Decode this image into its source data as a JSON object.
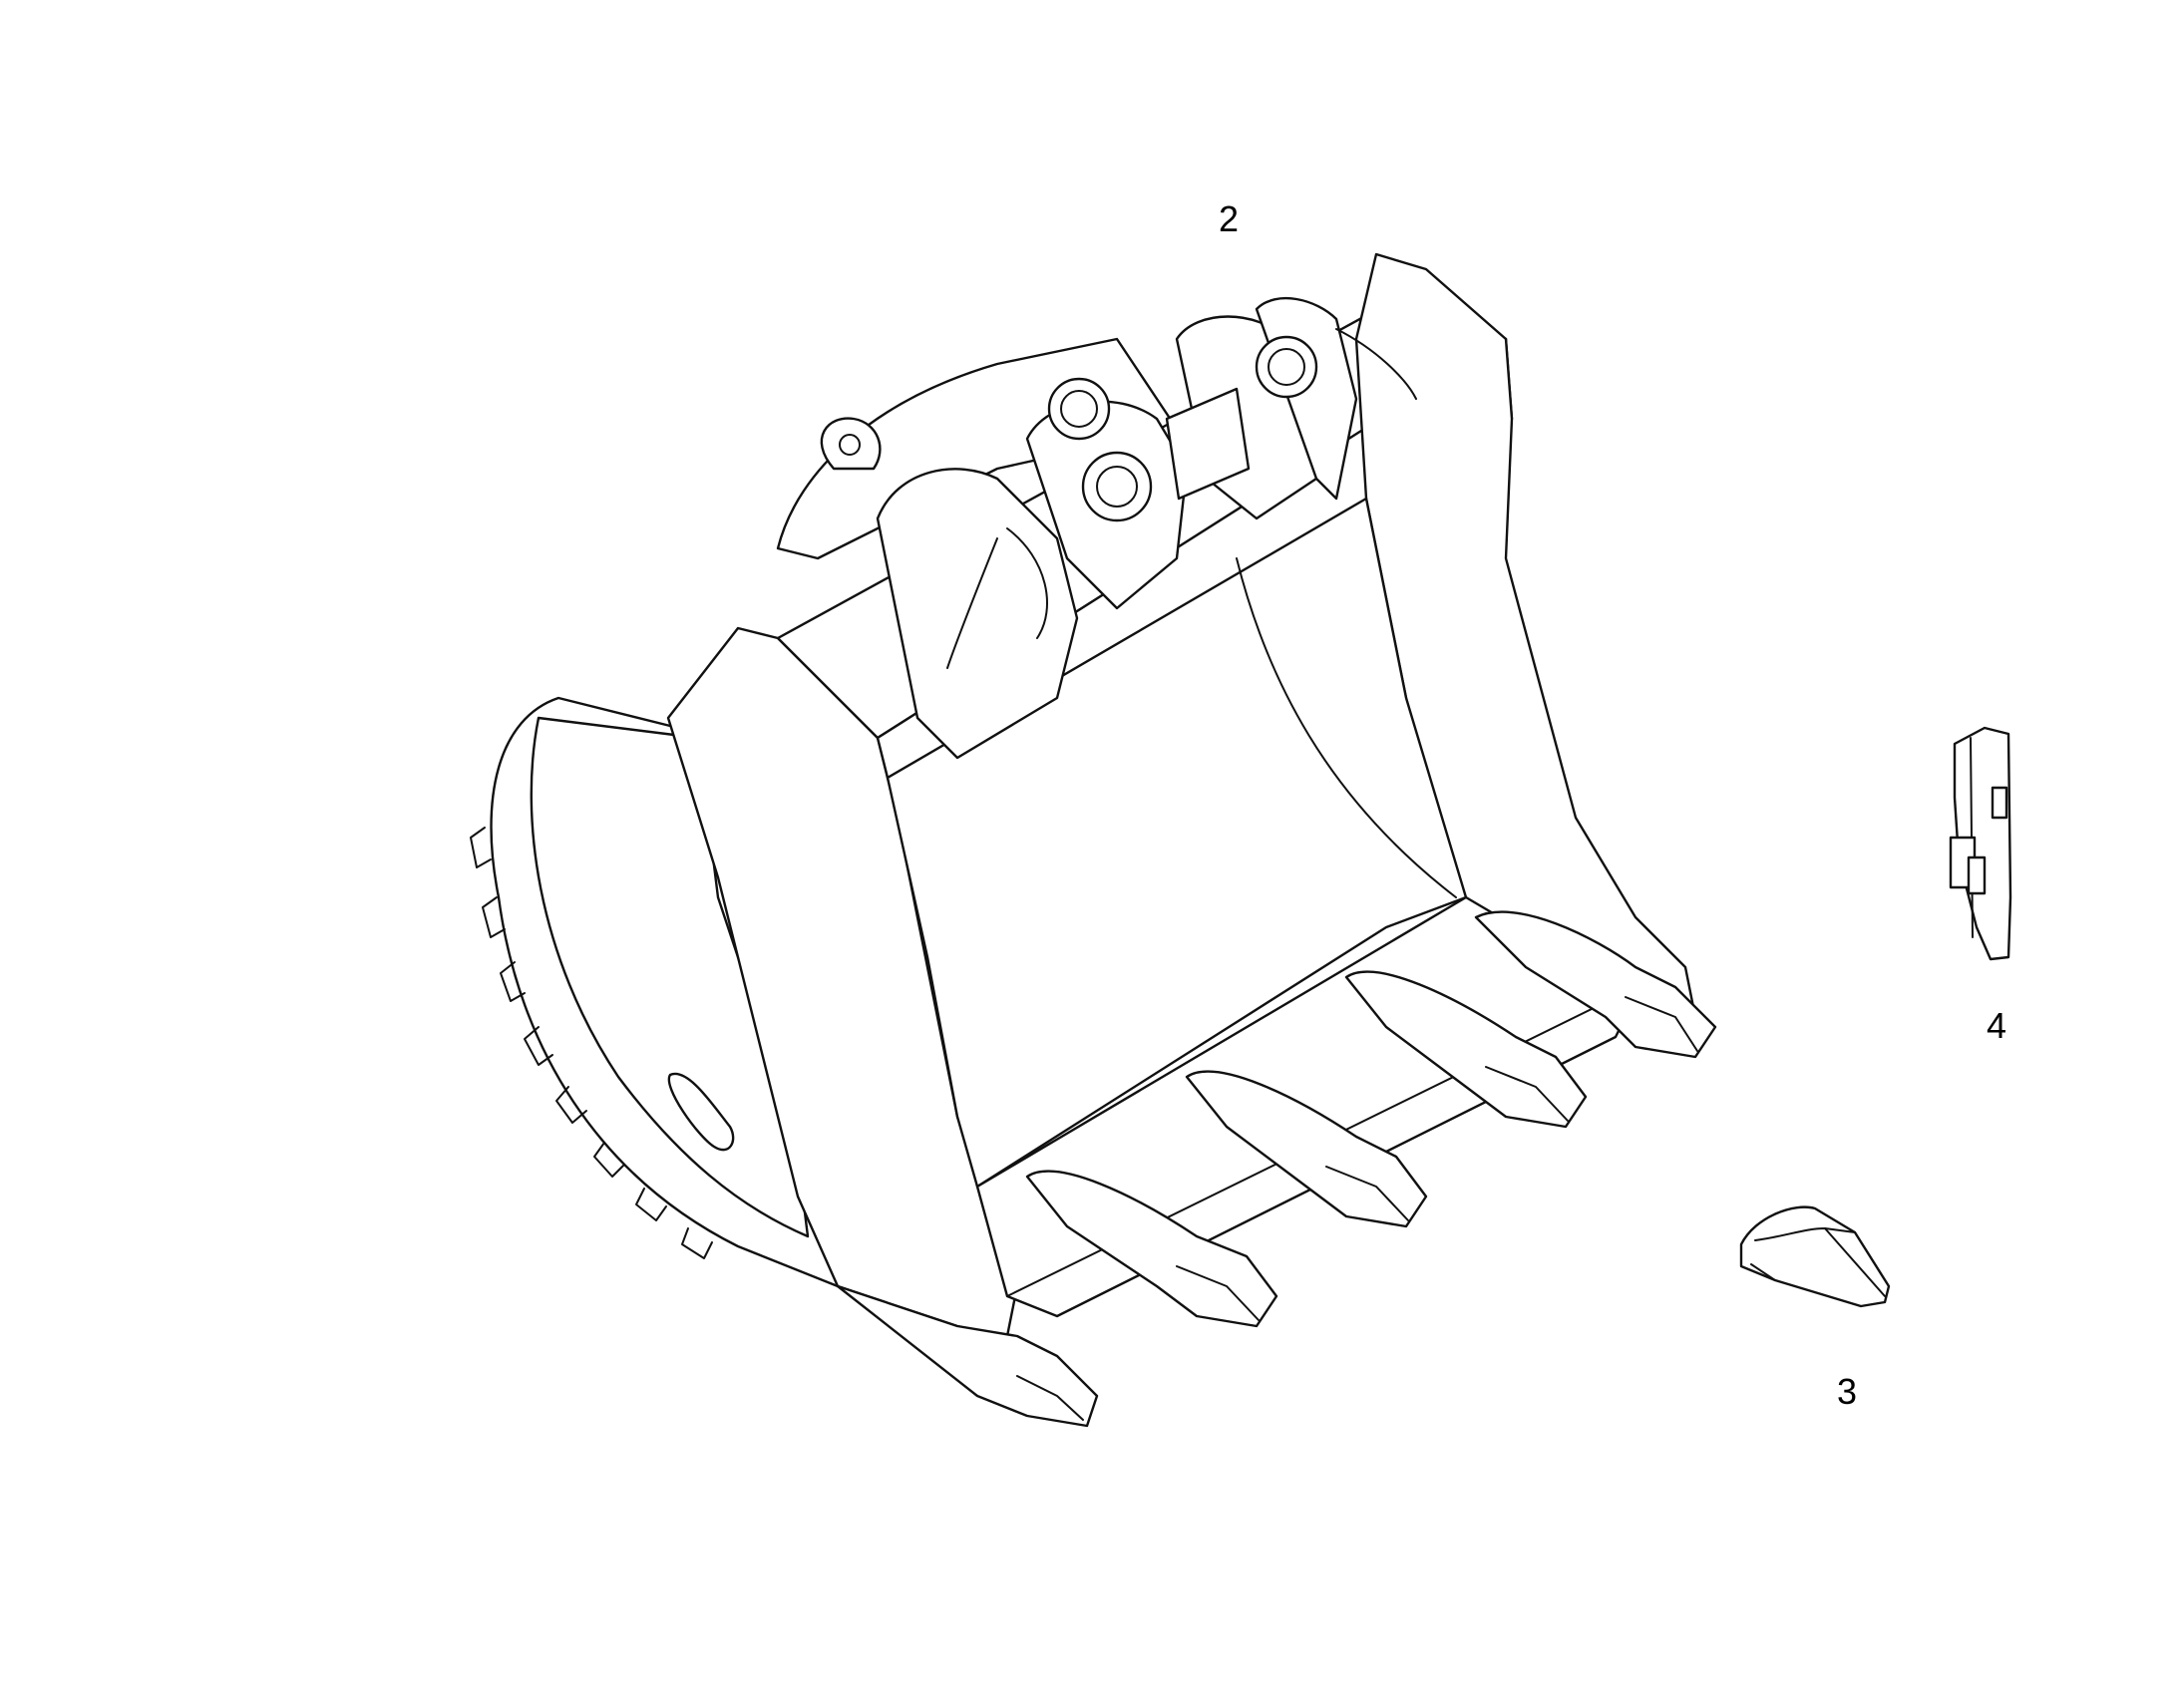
{
  "callouts": {
    "bucket": "2",
    "tooth": "3",
    "pin": "4"
  },
  "colors": {
    "line": "#111111",
    "background": "#ffffff"
  }
}
